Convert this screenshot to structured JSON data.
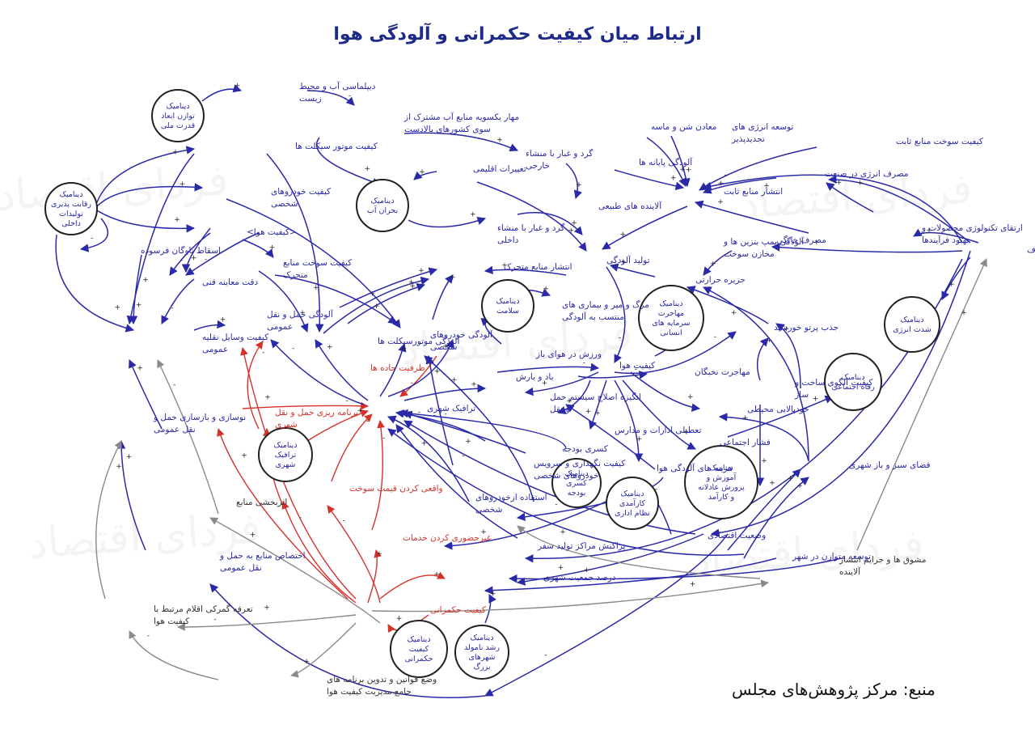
{
  "title": "ارتباط میان کیفیت حکمرانی و آلودگی هوا",
  "source": "منبع: مرکز پژوهش‌های مجلس",
  "watermark": "فردای اقتصاد",
  "colors": {
    "blue": "#2a2aa8",
    "red": "#d6322a",
    "gray": "#8a8a8a",
    "text": "#2a2aa8",
    "dark": "#1e2a8a"
  },
  "circles": {
    "c_tavazon": [
      "دینامیک",
      "توازن ابعاد",
      "قدرت ملی"
    ],
    "c_reghabat": [
      "دینامیک",
      "رقابت پذیری",
      "تولیدات",
      "داخلی"
    ],
    "c_bohran_ab": [
      "دینامیک",
      "بحران آب"
    ],
    "c_salamat": [
      "دینامیک",
      "سلامت"
    ],
    "c_mohajerat": [
      "دینامیک",
      "مهاجرت",
      "سرمایه های",
      "انسانی"
    ],
    "c_shedat": [
      "دینامیک",
      "شدت انرژی"
    ],
    "c_refah": [
      "دینامیک",
      "رفاه اجتماعی"
    ],
    "c_terafik": [
      "دینامیک",
      "ترافیک",
      "شهری"
    ],
    "c_kasri": [
      "دینامیک",
      "کسری",
      "بودجه"
    ],
    "c_karamadi": [
      "دینامیک",
      "کارآمدی",
      "نظام اداری"
    ],
    "c_amoozesh": [
      "دینامیک",
      "آموزش و",
      "پرورش عادلانه",
      "و کارآمد"
    ],
    "c_hokmrani": [
      "دینامیک",
      "کیفیت",
      "حکمرانی"
    ],
    "c_roshd": [
      "دینامیک",
      "رشد نامولد",
      "شهرهای",
      "بزرگ"
    ]
  },
  "nodes": {
    "diplomacy": [
      "دیپلماسی آب و محیط",
      "زیست"
    ],
    "mahar": [
      "مهار یکسویه منابع آب مشترک از",
      "سوی کشورهای بالادست"
    ],
    "gard_khareji": [
      "گرد و غبار با منشاء",
      "خارجی"
    ],
    "taghirat": [
      "تغییرات اقلیمی"
    ],
    "alayande_tabiei": [
      "آلاینده های طبیعی"
    ],
    "gard_dakheli": [
      "گرد و غبار با منشاء",
      "داخلی"
    ],
    "tolid_aloodegi": [
      "تولید آلودگی"
    ],
    "maaden": [
      "معادن شن و ماسه"
    ],
    "tosee_energy": [
      "توسعه انرژی های",
      "تجدیدپذیر"
    ],
    "aloodegi_payane": [
      "آلودگی پایانه ها"
    ],
    "enteshar_sabet": [
      "انتشار منابع ثابت"
    ],
    "sookht_sabet": [
      "کیفیت سوخت منابع ثابت"
    ],
    "masraf_sanat": [
      "مصرف انرژی در صنعت"
    ],
    "erteghaye": [
      "ارتقای تکنولوژی محصولات و",
      "بهبود فرآیندها"
    ],
    "masraf_khanegi": [
      "مصرف خانگی"
    ],
    "angize_eslah": [
      "انگیزه اصلاح الگوی مصرف"
    ],
    "pomp_benzin": [
      "آلودگی پمپ بنزین ها و",
      "مخازن سوخت"
    ],
    "jazire": [
      "جزیره حرارتی"
    ],
    "sookht_motor": [
      "کیفیت موتور سیکلت ها"
    ],
    "khodro_shakhsi": [
      "کیفیت خودروهای",
      "شخصی"
    ],
    "keyfiyat_hava_q": [
      "<کیفیت هوا>"
    ],
    "sookht_motaharek": [
      "کیفیت سوخت منابع",
      "متحرک"
    ],
    "eskat": [
      "اسقاط ناوگان فرسوده"
    ],
    "deghat": [
      "دقت معاینه فنی"
    ],
    "enteshar_motaharek": [
      "انتشار منابع متحرک"
    ],
    "aloodegi_haml": [
      "آلودگی حمل و نقل",
      "عمومی"
    ],
    "keyfiyat_vasayel": [
      "کیفیت وسایل نقلیه",
      "عمومی"
    ],
    "aloodegi_motor": [
      "آلودگی موتورسیکلت ها"
    ],
    "aloodegi_khodro": [
      "آلودگی خودروهای",
      "شخصی"
    ],
    "marg": [
      "مرگ و میر و بیماری های",
      "منتسب به آلودگی"
    ],
    "varzesh": [
      "ورزش در هوای باز"
    ],
    "bad_baresh": [
      "باد و بارش"
    ],
    "keyfiyat_hava": [
      "کیفیت هوا"
    ],
    "mohajerat_nokhbegan": [
      "مهاجرت نخبگان"
    ],
    "jazb_partov": [
      "جذب پرتو خورشید"
    ],
    "olgoye_sakht": [
      "کیفیت الگوی ساخت و",
      "ساز"
    ],
    "khodpalaei": [
      "خودپالایی محیطی"
    ],
    "feshar": [
      "فشار اجتماعی"
    ],
    "fazaye_sabz": [
      "فضای سبز و باز شهری"
    ],
    "ghabliat": [
      "ظرفیت جاده ها"
    ],
    "terafik_shahri": [
      "ترافیک شهری"
    ],
    "angize_haml": [
      "انگیزه اصلاح سیستم حمل",
      "و نقل"
    ],
    "tatili": [
      "تعطیلی ادارات و مدارس"
    ],
    "kasri_b": [
      "کسری بودجه"
    ],
    "negahdari": [
      "کیفیت نگهداری و سرویس",
      "خودروهای شخصی"
    ],
    "hazine": [
      "هزینه های آلودگی هوا"
    ],
    "barname_rizi": [
      "برنامه ریزی حمل و نقل",
      "شهری"
    ],
    "vaghei": [
      "واقعی کردن قیمت سوخت"
    ],
    "estefade": [
      "استفاده ازخودروهای",
      "شخصی"
    ],
    "vaziyat": [
      "وضعیت اقتصادی"
    ],
    "noosazi": [
      "نوسازی و بازسازی حمل و",
      "نقل عمومی"
    ],
    "ozbakhshi": [
      "اثربخشی منابع"
    ],
    "gheyr_hozoori": [
      "غیرحضوری کردن خدمات"
    ],
    "parakandegi": [
      "پراکنش مراکز تولید سفر"
    ],
    "tosee_motavazen": [
      "توسعه متوازن در شهر"
    ],
    "mashvagh": [
      "مشوق ها و جرایم انتشار",
      "آلاینده"
    ],
    "takhsis": [
      "اختصاص منابع به حمل و",
      "نقل عمومی"
    ],
    "dar_sad": [
      "درصد جمعیت شهری"
    ],
    "tarefe": [
      "تعرفه گمرکی اقلام مرتبط با",
      "کیفیت هوا"
    ],
    "keyfiyat_hokmrani": [
      "کیفیت حکمرانی"
    ],
    "vaz_ghavanin": [
      "وضع قوانین و تدوین برنامه های",
      "جامع مدیریت کیفیت هوا"
    ]
  },
  "polarity": {
    "plus": "+",
    "minus": "-"
  }
}
